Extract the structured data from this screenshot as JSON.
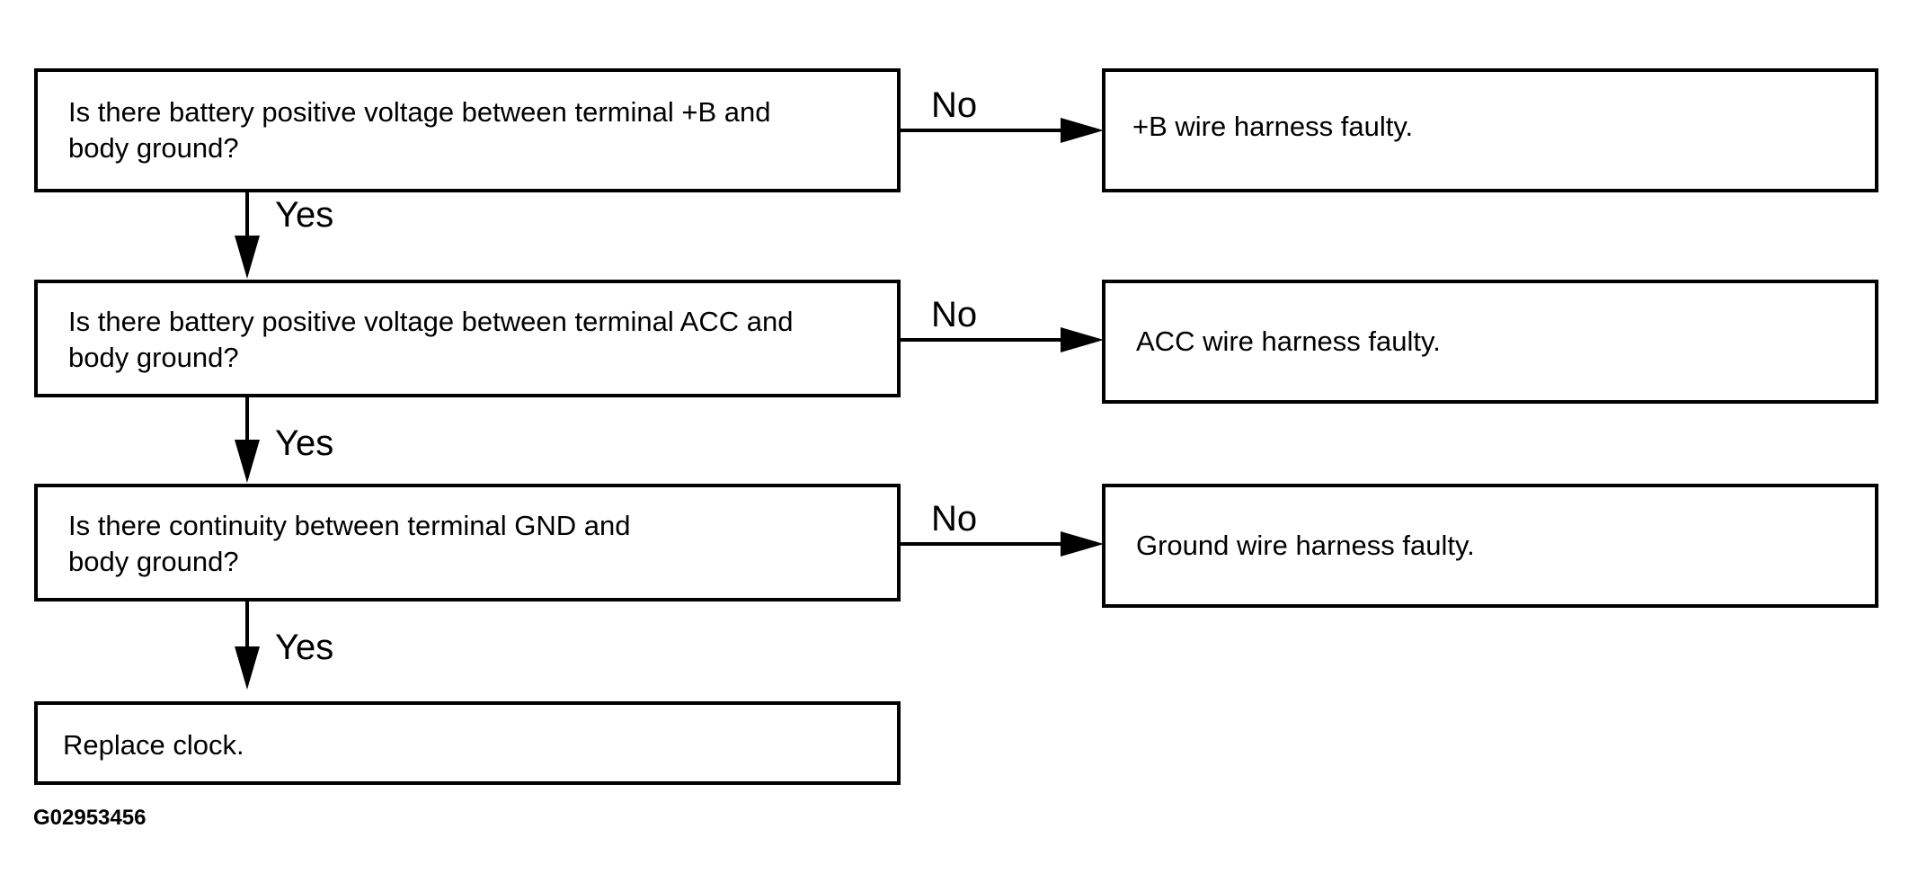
{
  "steps": [
    {
      "question_line1": "Is there battery positive voltage between terminal +B and",
      "question_line2": "body ground?",
      "no_label": "No",
      "yes_label": "Yes",
      "no_result": "+B wire harness faulty."
    },
    {
      "question_line1": "Is there battery positive voltage between terminal ACC and",
      "question_line2": "body ground?",
      "no_label": "No",
      "yes_label": "Yes",
      "no_result": "ACC wire harness faulty."
    },
    {
      "question_line1": "Is there continuity between terminal GND and",
      "question_line2": "body ground?",
      "no_label": "No",
      "yes_label": "Yes",
      "no_result": "Ground wire harness faulty."
    }
  ],
  "final_result": "Replace clock.",
  "figure_id": "G02953456",
  "colors": {
    "line": "#000000",
    "background": "#ffffff"
  }
}
